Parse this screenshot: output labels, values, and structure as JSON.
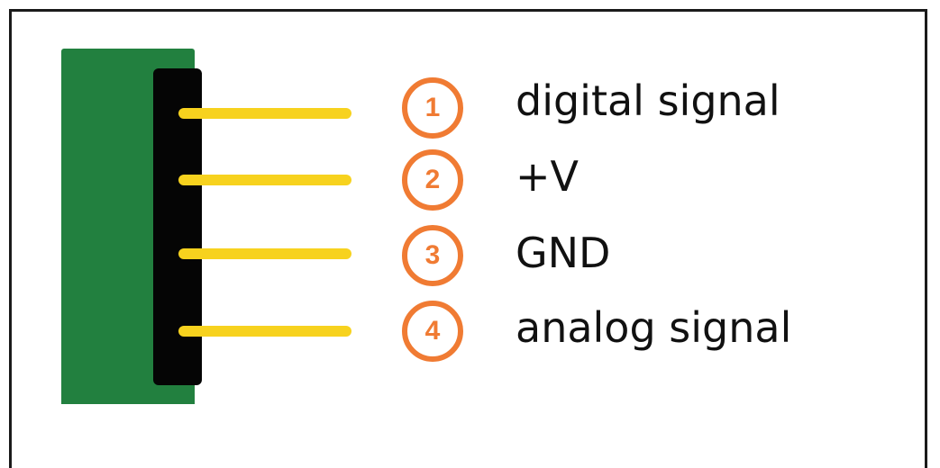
{
  "pins": [
    {
      "number": "1",
      "label": "digital signal"
    },
    {
      "number": "2",
      "label": "+V"
    },
    {
      "number": "3",
      "label": "GND"
    },
    {
      "number": "4",
      "label": "analog signal"
    }
  ],
  "colors": {
    "board": "#22803f",
    "header": "#050505",
    "pin": "#f7d21e",
    "badge": "#f07b33",
    "text": "#111111",
    "frame": "#1a1a1a"
  }
}
